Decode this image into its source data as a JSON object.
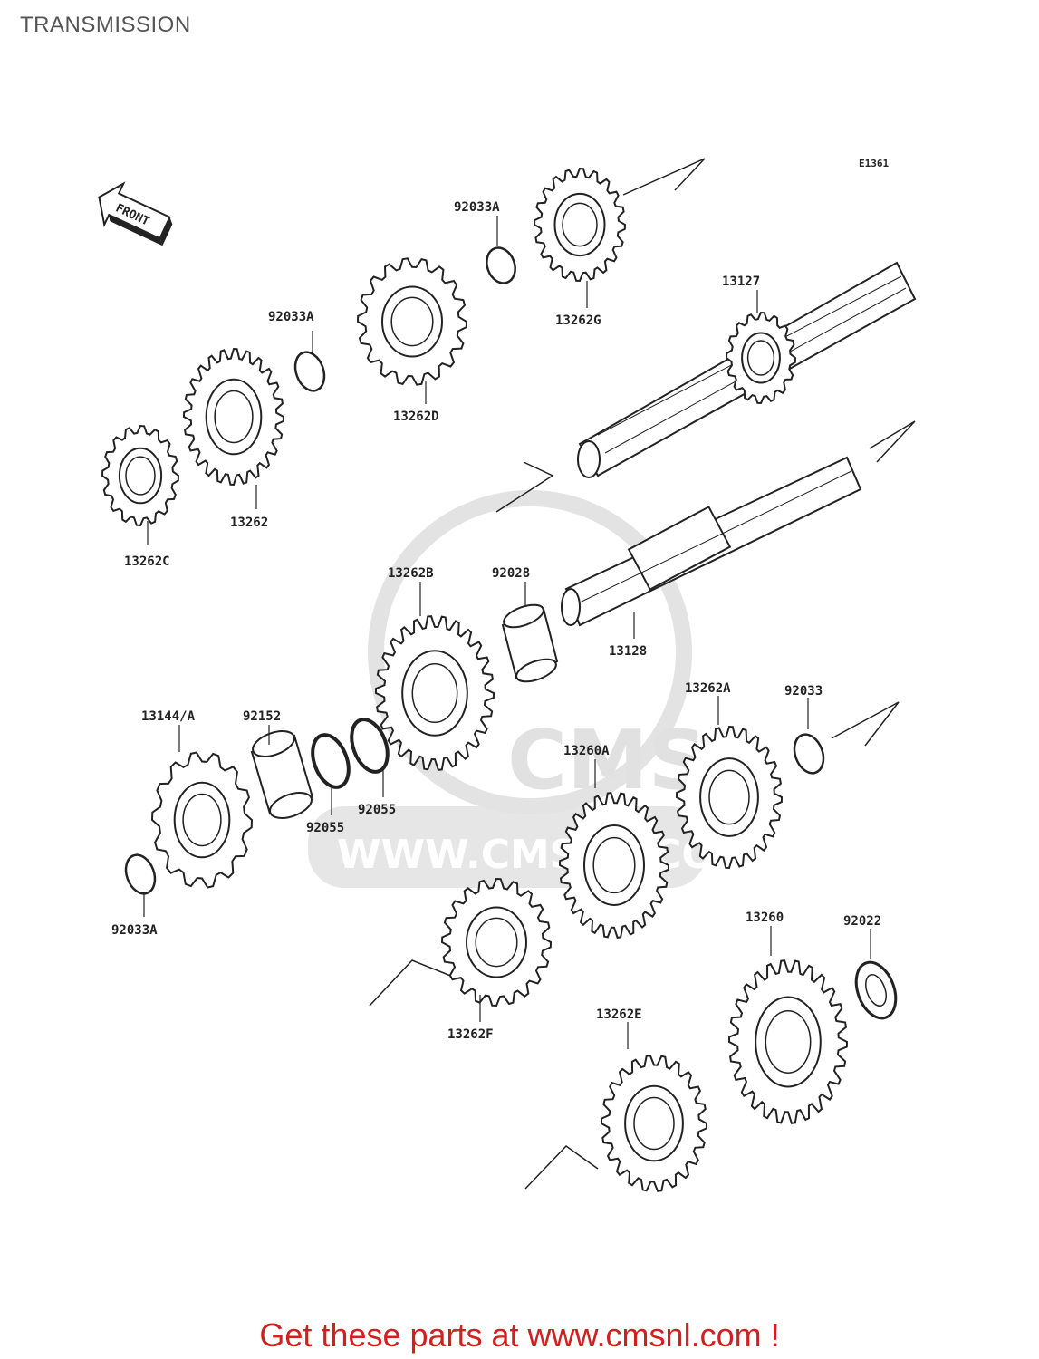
{
  "header": {
    "title": "TRANSMISSION"
  },
  "diagram": {
    "code": "E1361",
    "front_label": "FRONT",
    "watermark": {
      "text": "CMS",
      "url_text": "WWW.CMSNL.COM"
    },
    "parts": [
      {
        "id": "13262C",
        "label": "13262C"
      },
      {
        "id": "13262",
        "label": "13262"
      },
      {
        "id": "92033A_top_left",
        "label": "92033A"
      },
      {
        "id": "13262D",
        "label": "13262D"
      },
      {
        "id": "92033A_top",
        "label": "92033A"
      },
      {
        "id": "13262G",
        "label": "13262G"
      },
      {
        "id": "13127",
        "label": "13127"
      },
      {
        "id": "13262B",
        "label": "13262B"
      },
      {
        "id": "92028",
        "label": "92028"
      },
      {
        "id": "13128",
        "label": "13128"
      },
      {
        "id": "13144A",
        "label": "13144/A"
      },
      {
        "id": "92152",
        "label": "92152"
      },
      {
        "id": "92055_left",
        "label": "92055"
      },
      {
        "id": "92055_right",
        "label": "92055"
      },
      {
        "id": "13262A",
        "label": "13262A"
      },
      {
        "id": "92033",
        "label": "92033"
      },
      {
        "id": "13260A",
        "label": "13260A"
      },
      {
        "id": "92033A_bottom",
        "label": "92033A"
      },
      {
        "id": "13260",
        "label": "13260"
      },
      {
        "id": "92022",
        "label": "92022"
      },
      {
        "id": "13262F",
        "label": "13262F"
      },
      {
        "id": "13262E",
        "label": "13262E"
      }
    ]
  },
  "footer": {
    "link_text": "Get these parts at www.cmsnl.com !"
  },
  "colors": {
    "footer": "#d21f1f",
    "title": "#555555",
    "line": "#222222",
    "watermark": "#dcdcdc"
  }
}
